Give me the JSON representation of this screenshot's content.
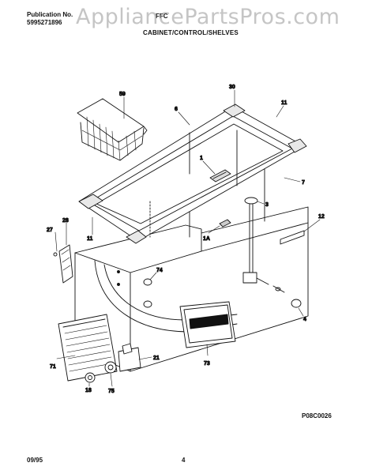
{
  "header": {
    "publication_label": "Publication No.",
    "publication_number": "5995271896",
    "model": "FFC",
    "section_title": "CABINET/CONTROL/SHELVES"
  },
  "watermark": "AppliancePartsPros.com",
  "footer": {
    "date": "09/95",
    "page": "4",
    "figure_code": "P08C0026"
  },
  "callouts": {
    "c59": "59",
    "c30": "30",
    "c6": "6",
    "c11_top": "11",
    "c1": "1",
    "c7": "7",
    "c3": "3",
    "c28": "28",
    "c12": "12",
    "c27": "27",
    "c11_left": "11",
    "c1a": "1A",
    "c74": "74",
    "c4": "4",
    "c71": "71",
    "c21": "21",
    "c73": "73",
    "c18": "18",
    "c75": "75"
  }
}
